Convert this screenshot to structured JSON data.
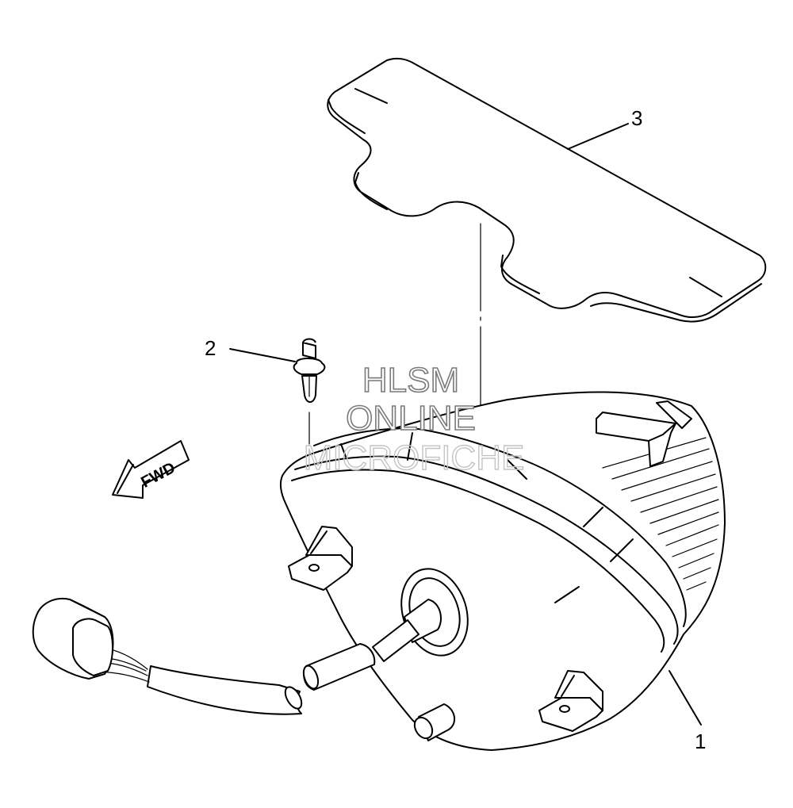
{
  "callouts": {
    "part_1": "1",
    "part_2": "2",
    "part_3": "3"
  },
  "direction_arrow": {
    "label": "FWD"
  },
  "watermark": {
    "line1": "HLSM",
    "line2": "ONLINE",
    "line3": "MICROFICHE"
  },
  "colors": {
    "line": "#000000",
    "background": "#ffffff",
    "watermark_outline": "#7a7a7a"
  }
}
